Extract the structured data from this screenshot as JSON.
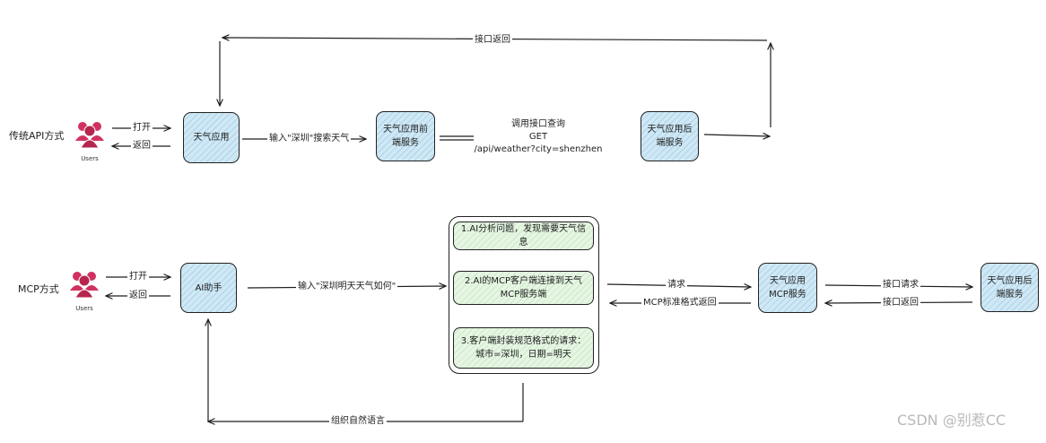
{
  "top_flow": {
    "mode_label": "传统API方式",
    "users_label": "Users",
    "open_label": "打开",
    "return_label": "返回",
    "app_box": "天气应用",
    "input_label": "输入\"深圳\"搜索天气",
    "frontend_box": "天气应用前端服务",
    "call_line1": "调用接口查询",
    "call_line2": "GET",
    "call_line3": "/api/weather?city=shenzhen",
    "backend_box": "天气应用后端服务",
    "api_return_label": "接口返回"
  },
  "bottom_flow": {
    "mode_label": "MCP方式",
    "users_label": "Users",
    "open_label": "打开",
    "return_label": "返回",
    "assistant_box": "AI助手",
    "input_label": "输入\"深圳明天天气如何\"",
    "steps": [
      "1.AI分析问题，发现需要天气信息",
      "2.AI的MCP客户端连接到天气MCP服务端",
      "3.客户端封装规范格式的请求：城市=深圳，日期=明天"
    ],
    "request_label": "请求",
    "mcp_return_label": "MCP标准格式返回",
    "mcp_server_box": "天气应用MCP服务",
    "api_request_label": "接口请求",
    "api_return_label": "接口返回",
    "backend_box": "天气应用后端服务",
    "organize_label": "组织自然语言"
  },
  "watermark": "CSDN @别惹CC",
  "colors": {
    "box_fill": "#cfe8f5",
    "step_fill": "#e6f6e3",
    "stroke": "#1e1e1e",
    "user_icon": "#d0325f"
  }
}
